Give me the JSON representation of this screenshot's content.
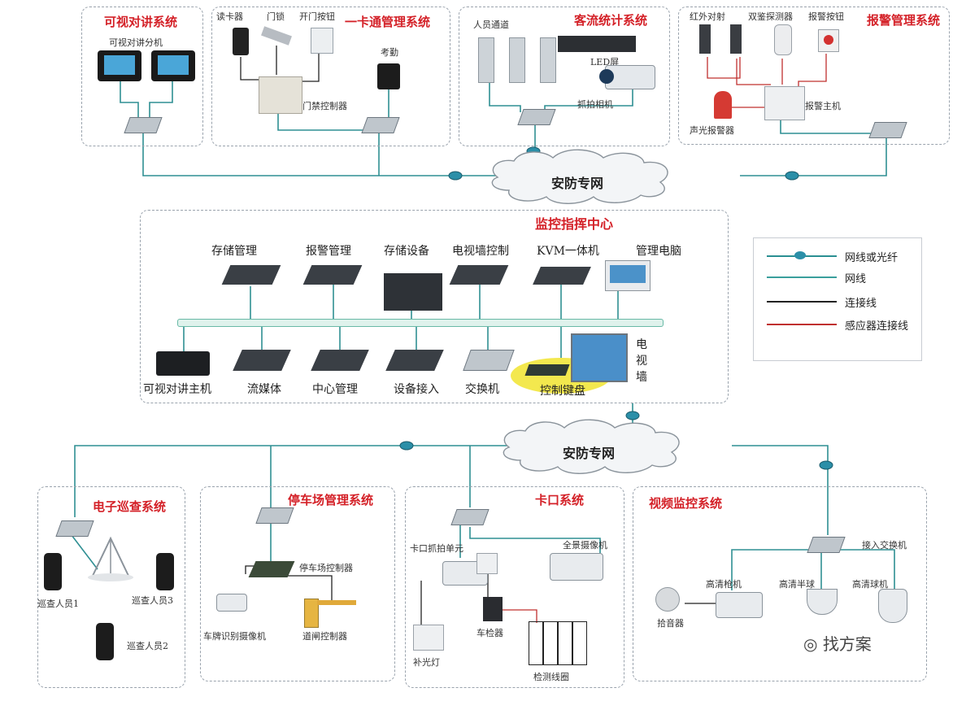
{
  "networks": {
    "top_cloud": "安防专网",
    "bottom_cloud": "安防专网"
  },
  "intercom": {
    "title": "可视对讲系统",
    "unit": "可视对讲分机"
  },
  "access": {
    "title": "一卡通管理系统",
    "reader": "读卡器",
    "lock": "门锁",
    "button": "开门按钮",
    "attendance": "考勤",
    "controller": "门禁控制器"
  },
  "traffic": {
    "title": "客流统计系统",
    "gate": "人员通道",
    "led": "LED屏",
    "camera": "抓拍相机"
  },
  "alarm": {
    "title": "报警管理系统",
    "ir": "红外对射",
    "dual": "双鉴探测器",
    "button": "报警按钮",
    "host": "报警主机",
    "siren": "声光报警器"
  },
  "center": {
    "title": "监控指挥中心",
    "top_items": [
      "存储管理",
      "报警管理",
      "存储设备",
      "电视墙控制",
      "KVM一体机",
      "管理电脑"
    ],
    "bottom_items": [
      "可视对讲主机",
      "流媒体",
      "中心管理",
      "设备接入",
      "交换机"
    ],
    "keyboard": "控制键盘",
    "tvwall": "电视墙"
  },
  "legend": {
    "items": [
      "网线或光纤",
      "网线",
      "连接线",
      "感应器连接线"
    ],
    "colors": [
      "#2a8f92",
      "#3a9f9c",
      "#222222",
      "#c0302f"
    ]
  },
  "patrol": {
    "title": "电子巡查系统",
    "p1": "巡查人员1",
    "p2": "巡查人员2",
    "p3": "巡查人员3"
  },
  "parking": {
    "title": "停车场管理系统",
    "controller": "停车场控制器",
    "plate_cam": "车牌识别摄像机",
    "gate_ctrl": "道闸控制器"
  },
  "checkpoint": {
    "title": "卡口系统",
    "unit": "卡口抓拍单元",
    "panorama": "全景摄像机",
    "detector": "车检器",
    "light": "补光灯",
    "coil": "检测线圈"
  },
  "video": {
    "title": "视频监控系统",
    "switch": "接入交换机",
    "pickup": "拾音器",
    "gun": "高清枪机",
    "dome1": "高清半球",
    "dome2": "高清球机"
  },
  "watermark": "找方案"
}
